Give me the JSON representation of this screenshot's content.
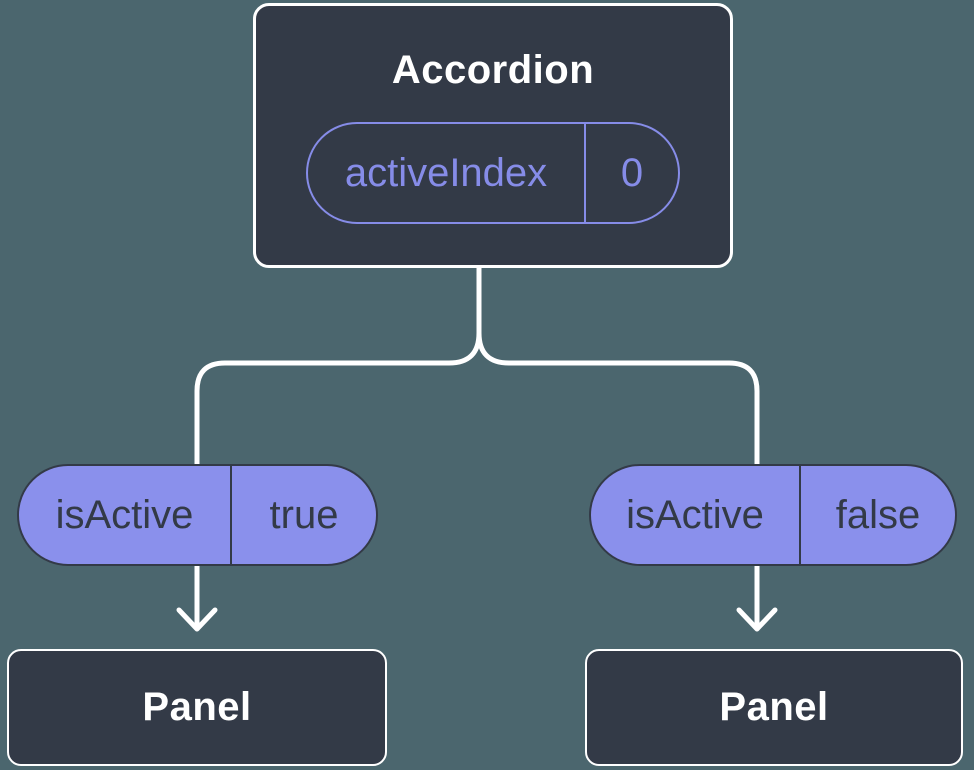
{
  "colors": {
    "background": "#4B666E",
    "box_fill": "#333A47",
    "box_border": "#FFFFFF",
    "accent_purple": "#8A90EC",
    "outline_purple": "#868CE8",
    "dark_text": "#333A47",
    "light_text": "#FFFFFF"
  },
  "tree": {
    "root": {
      "title": "Accordion",
      "prop": {
        "name": "activeIndex",
        "value": "0"
      }
    },
    "branches": [
      {
        "prop": {
          "name": "isActive",
          "value": "true"
        },
        "child": {
          "title": "Panel"
        }
      },
      {
        "prop": {
          "name": "isActive",
          "value": "false"
        },
        "child": {
          "title": "Panel"
        }
      }
    ]
  }
}
